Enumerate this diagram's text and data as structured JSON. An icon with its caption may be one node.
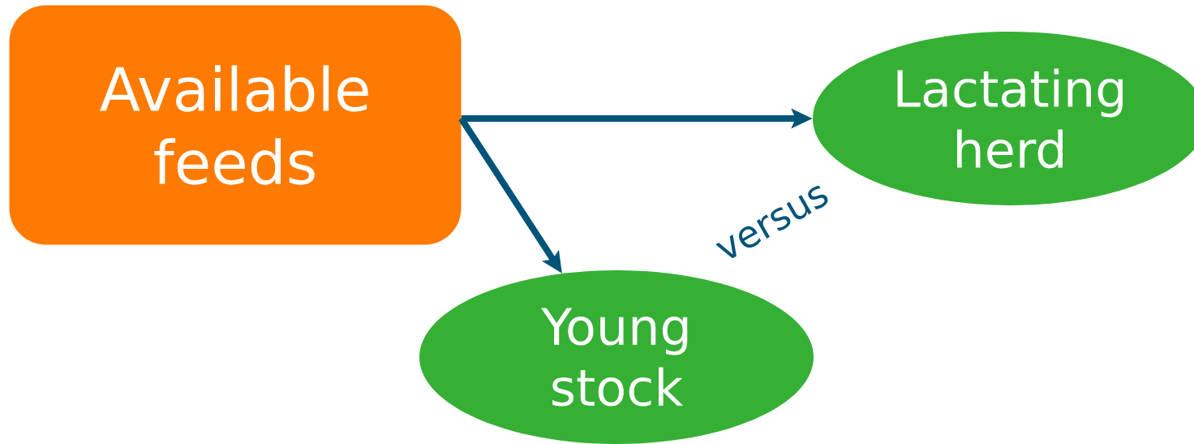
{
  "diagram": {
    "nodes": [
      {
        "text": [
          "Available feeds"
        ]
      },
      {
        "text": [
          "Lactating herd"
        ]
      },
      {
        "text": [
          "Young stock"
        ]
      }
    ],
    "edges": [
      {
        "from": 0,
        "to": 1,
        "arrow": "to"
      },
      {
        "from": 0,
        "to": 2,
        "arrow": "to"
      }
    ],
    "labels": [
      "versus"
    ]
  }
}
